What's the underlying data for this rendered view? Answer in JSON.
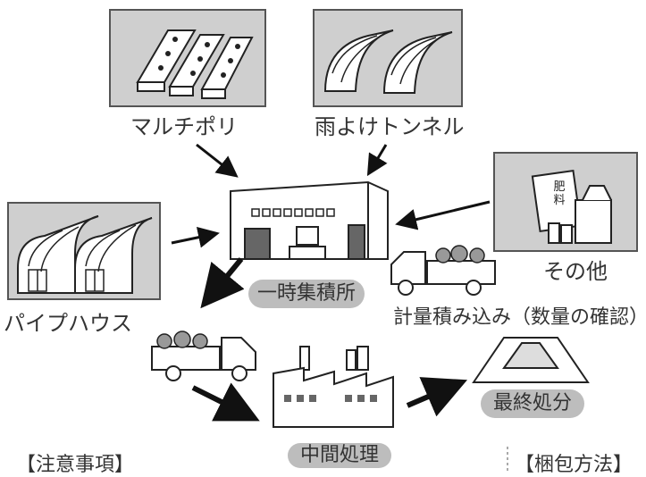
{
  "sources": {
    "mulch": "マルチポリ",
    "tunnel": "雨よけトンネル",
    "pipe_house": "パイプハウス",
    "other": "その他",
    "fertilizer_bag_text": "肥\n料"
  },
  "hubs": {
    "temporary_storage": "一時集積所",
    "loading": "計量積み込み（数量の確認）",
    "intermediate": "中間処理",
    "final": "最終処分"
  },
  "notes": {
    "left": "【注意事項】",
    "right": "【梱包方法】"
  }
}
